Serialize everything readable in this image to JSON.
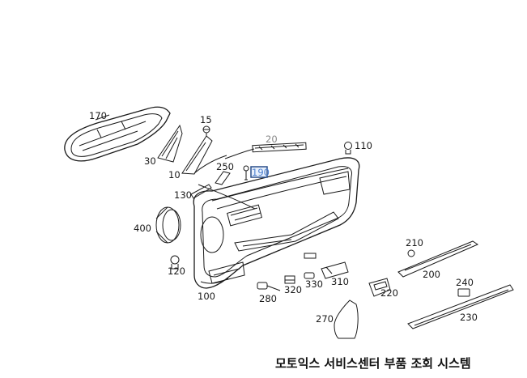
{
  "labels": {
    "p170": "170",
    "p15": "15",
    "p30": "30",
    "p10": "10",
    "p20": "20",
    "p110": "110",
    "p250": "250",
    "p190": "190",
    "p130": "130",
    "p400": "400",
    "p120": "120",
    "p100": "100",
    "p280": "280",
    "p320": "320",
    "p330": "330",
    "p310": "310",
    "p270": "270",
    "p220": "220",
    "p210": "210",
    "p200": "200",
    "p240": "240",
    "p230": "230"
  },
  "footer": "모토익스 서비스센터 부품 조회 시스템",
  "colors": {
    "line": "#1a1a1a",
    "highlight": "#4a7fd0",
    "highlight_box": "#2a4f8a"
  }
}
